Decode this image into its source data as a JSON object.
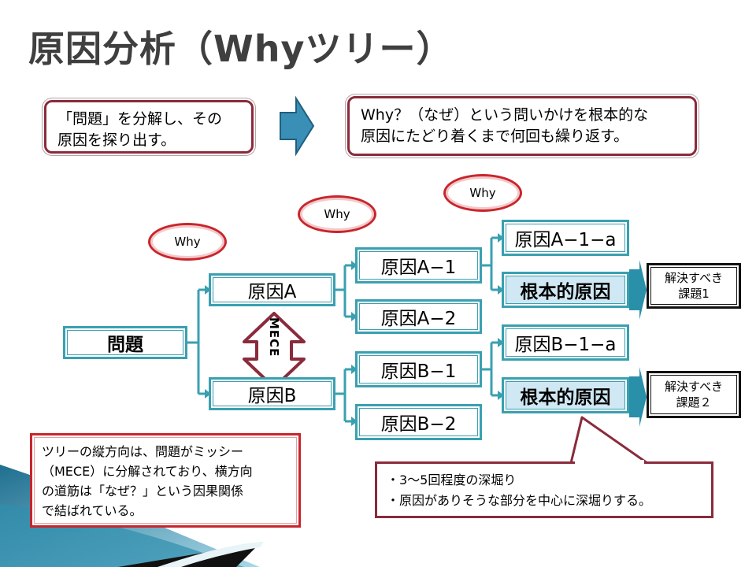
{
  "title": "原因分析（Whyツリー）",
  "intro": {
    "left_note_line1": "「問題」を分解し、その",
    "left_note_line2": "原因を探り出す。",
    "right_note_line1": "Why？（なぜ）という問いかけを根本的な",
    "right_note_line2": "原因にたどり着くまで何回も繰り返す。"
  },
  "why_labels": [
    "Why",
    "Why",
    "Why"
  ],
  "tree": {
    "root": "問題",
    "level1": [
      "原因A",
      "原因B"
    ],
    "level2": [
      "原因A−1",
      "原因A−2",
      "原因B−1",
      "原因B−2"
    ],
    "level3": [
      "原因A−1−a",
      "根本的原因",
      "原因B−1−a",
      "根本的原因"
    ],
    "mece": "MECE"
  },
  "tasks": [
    {
      "line1": "解決すべき",
      "line2": "課題1"
    },
    {
      "line1": "解決すべき",
      "line2": "課題２"
    }
  ],
  "bottom_left_note": [
    "ツリーの縦方向は、問題がミッシー",
    "（MECE）に分解されており、横方向",
    "の道筋は「なぜ？」という因果関係",
    "で結ばれている。"
  ],
  "callout": [
    "・3〜5回程度の深堀り",
    "・原因がありそうな部分を中心に深堀りする。"
  ],
  "colors": {
    "teal": "#3aa0b0",
    "crimson": "#8a2b3c",
    "red": "#c8252c",
    "fill": "#cfe8f3"
  }
}
